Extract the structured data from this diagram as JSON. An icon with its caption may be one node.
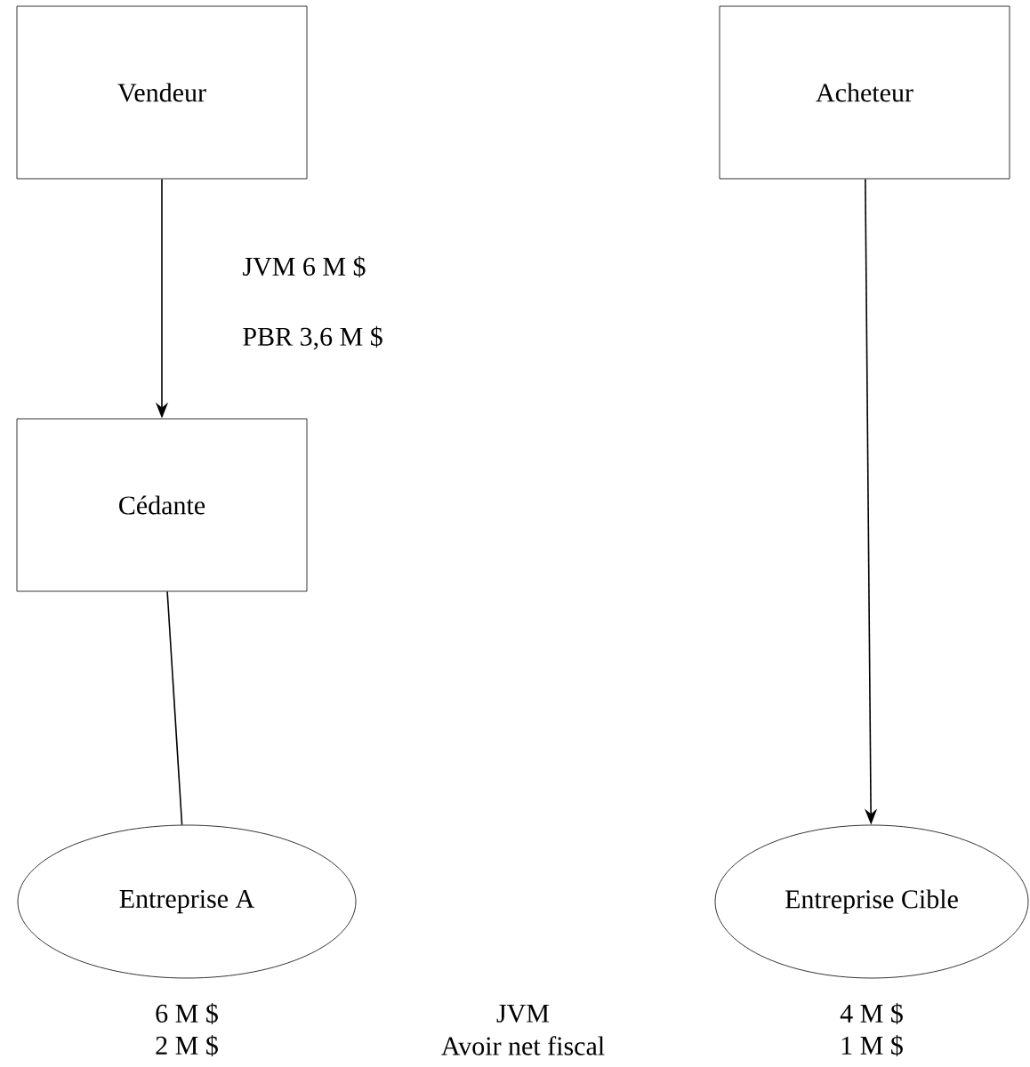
{
  "diagram": {
    "nodes": [
      {
        "text": [
          "Vendeur"
        ]
      },
      {
        "text": [
          "Acheteur"
        ]
      },
      {
        "text": [
          "Cédante"
        ]
      },
      {
        "text": [
          "Entreprise A"
        ]
      },
      {
        "text": [
          "Entreprise Cible"
        ]
      }
    ],
    "edges": [
      {
        "from": 0,
        "to": 2,
        "arrow": "to"
      },
      {
        "from": 1,
        "to": 4,
        "arrow": "to"
      },
      {
        "from": 2,
        "to": 3,
        "arrow": "none"
      }
    ],
    "labels": [
      "JVM 6 M $",
      "PBR 3,6 M $",
      "6 M $",
      "JVM",
      "4 M $",
      "2 M $",
      "Avoir net fiscal",
      "1 M $"
    ]
  }
}
